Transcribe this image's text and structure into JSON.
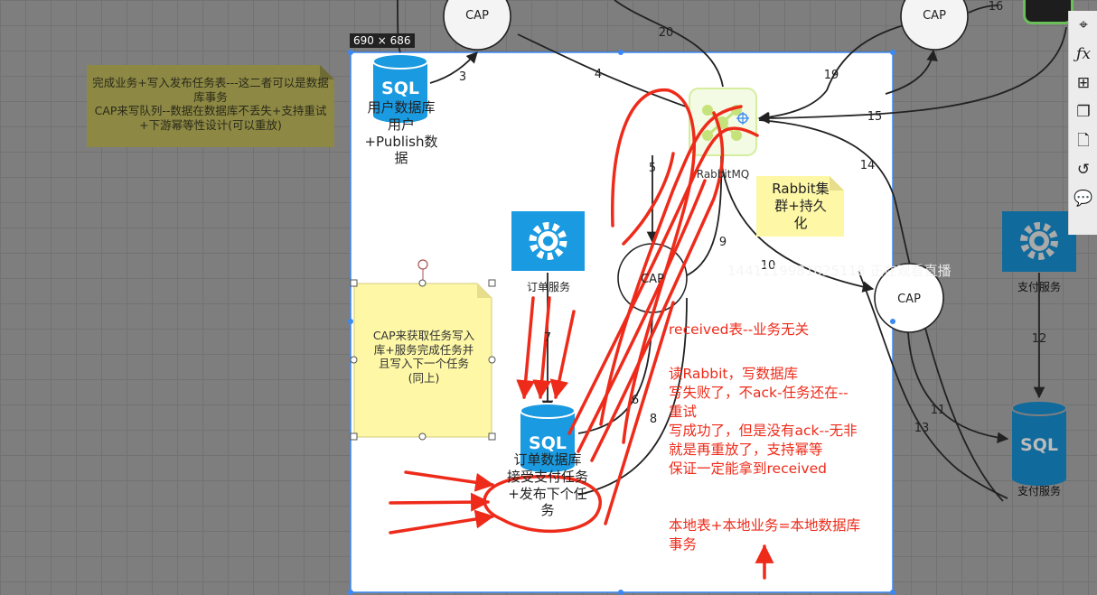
{
  "selection": {
    "size_label": "690 × 686"
  },
  "nodes": {
    "cap_top": "CAP",
    "cap_top_right": "CAP",
    "cap_middle": "CAP",
    "cap_right": "CAP",
    "user_db": {
      "icon_text": "SQL",
      "label": "用户数据库\n用户\n+Publish数\n据"
    },
    "order_service": {
      "label": "订单服务"
    },
    "order_db": {
      "icon_text": "SQL",
      "label": "订单数据库\n接受支付任务\n+发布下个任\n务"
    },
    "rabbitmq": {
      "label": "RabbitMQ"
    },
    "pay_service": {
      "label": "支付服务"
    },
    "pay_db": {
      "icon_text": "SQL",
      "label": "支付服务"
    }
  },
  "notes": {
    "top_left": "完成业务+写入发布任务表---这二者可以是数据库事务\nCAP来写队列--数据在数据库不丢失+支持重试+下游幂等性设计(可以重放)",
    "rabbit": "Rabbit集\n群+持久\n化",
    "left": "CAP来获取任务写入\n库+服务完成任务并\n且写入下一个任务\n(同上)"
  },
  "edge_labels": [
    "3",
    "4",
    "5",
    "6",
    "7",
    "8",
    "9",
    "10",
    "11",
    "12",
    "13",
    "14",
    "15",
    "16",
    "19",
    "20"
  ],
  "annotations": {
    "received": "received表--业务无关",
    "read_rabbit": "读Rabbit，写数据库\n写失败了，不ack-任务还在--\n重试\n写成功了，但是没有ack--无非\n就是再重放了，支持幂等\n保证一定能拿到received",
    "local": "本地表+本地业务=本地数据库\n事务"
  },
  "watermark": "1441119981025118 正在观看直播",
  "toolbar": [
    "crosshair-icon",
    "function-icon",
    "layout-icon",
    "pages-icon",
    "page-icon",
    "history-icon",
    "comment-icon"
  ],
  "colors": {
    "annotation_red": "#ee2b1a",
    "db_blue": "#1a9ae0",
    "note_yellow": "#fdf7a6"
  }
}
